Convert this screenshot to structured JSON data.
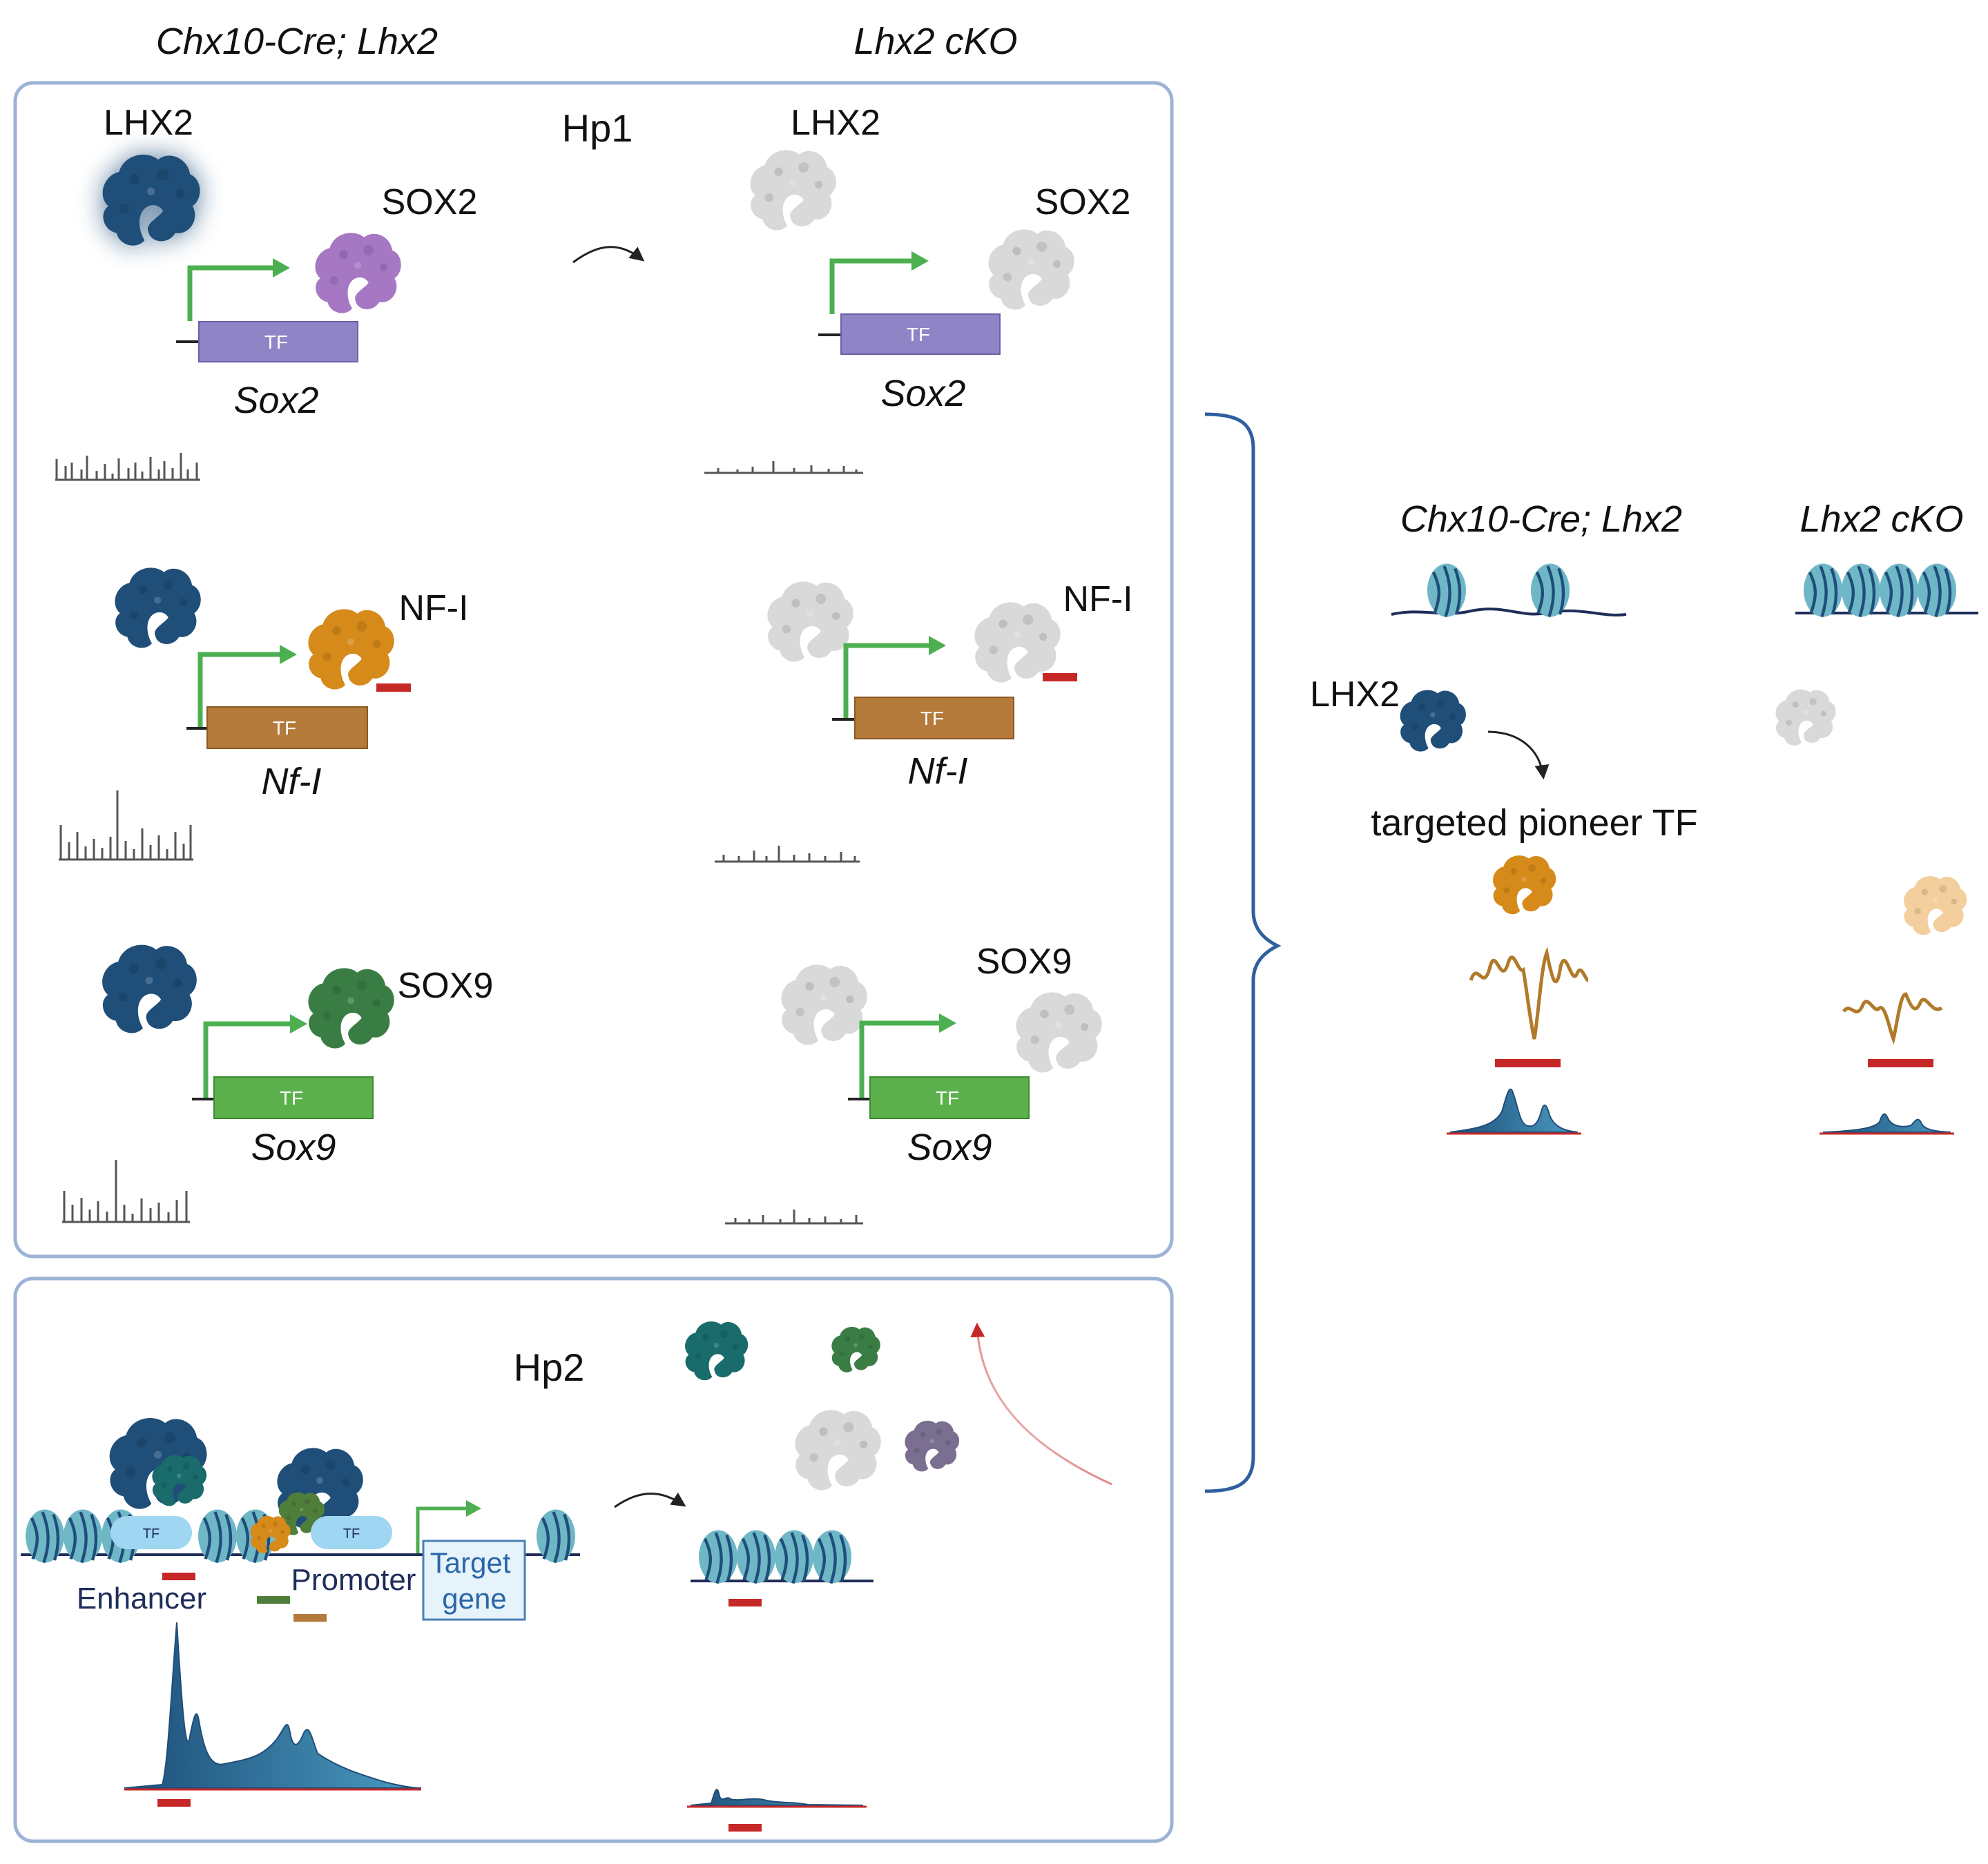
{
  "colors": {
    "lhx2": "#1f4e79",
    "ko_gray": "#d9d9d9",
    "sox2": "#a678c4",
    "nfi": "#d68a1a",
    "nfi_light": "#f3cf9d",
    "sox9": "#3a7d44",
    "arrow_green": "#4caf50",
    "box_sox2": "#8f84c6",
    "box_nfi": "#b37a3a",
    "box_sox9": "#5bb04b",
    "red_bar": "#c62828",
    "panel_border": "#9db3d6",
    "brace": "#2f5f9e",
    "nucleosome": "#6fb7c7",
    "peak": "#1f5a80"
  },
  "headers": {
    "left_genotype": "Chx10-Cre; Lhx2",
    "right_genotype": "Lhx2 cKO"
  },
  "hp1": {
    "label": "Hp1",
    "rows": [
      {
        "wt_protein_labels": [
          "LHX2",
          "SOX2"
        ],
        "gene_box": "TF",
        "gene_name": "Sox2",
        "ko_protein_labels": [
          "LHX2",
          "SOX2"
        ],
        "partner_color": "sox2",
        "box_color": "box_sox2"
      },
      {
        "wt_protein_labels": [
          "NF-I"
        ],
        "gene_box": "TF",
        "gene_name": "Nf-I",
        "ko_protein_labels": [
          "NF-I"
        ],
        "partner_color": "nfi",
        "box_color": "box_nfi"
      },
      {
        "wt_protein_labels": [
          "SOX9"
        ],
        "gene_box": "TF",
        "gene_name": "Sox9",
        "ko_protein_labels": [
          "SOX9"
        ],
        "partner_color": "sox9",
        "box_color": "box_sox9"
      }
    ]
  },
  "hp2": {
    "label": "Hp2",
    "tf_labels": [
      "TF",
      "TF"
    ],
    "enhancer": "Enhancer",
    "promoter": "Promoter",
    "target_gene": "Target gene"
  },
  "summary": {
    "wt": "Chx10-Cre; Lhx2",
    "ko": "Lhx2 cKO",
    "lhx2": "LHX2",
    "pioneer": "targeted pioneer TF"
  }
}
